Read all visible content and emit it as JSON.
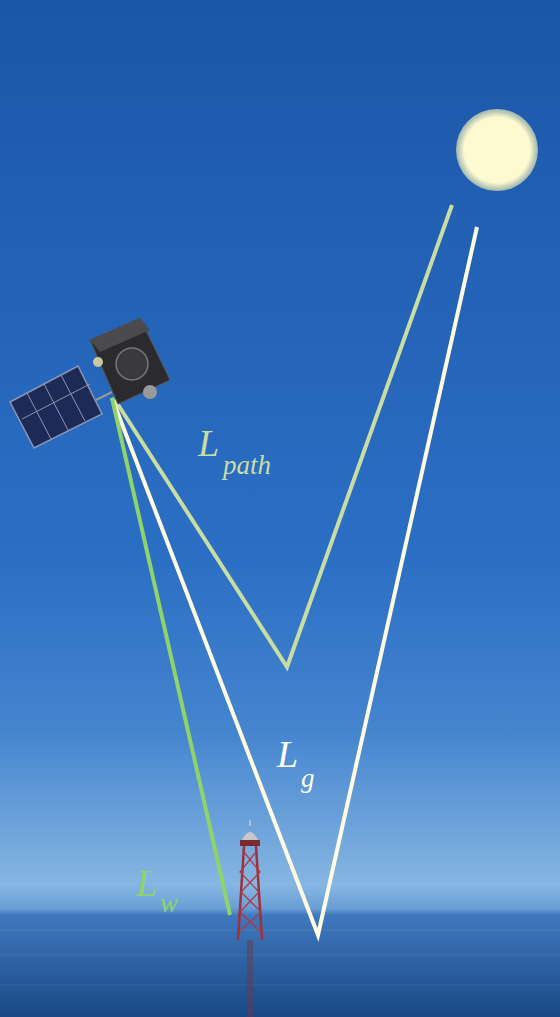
{
  "diagram": {
    "labels": [
      "L",
      "path",
      "L",
      "g",
      "L",
      "w"
    ]
  }
}
